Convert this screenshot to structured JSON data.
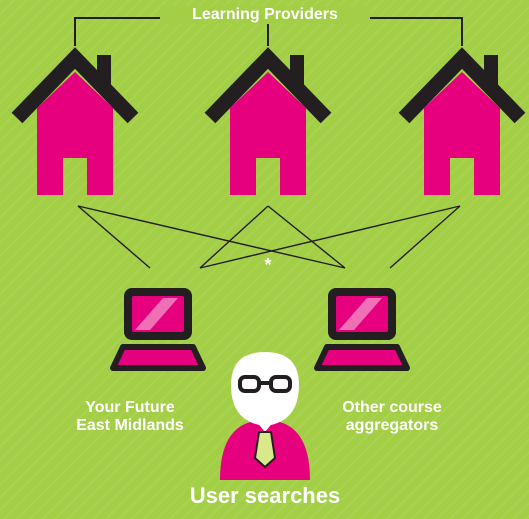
{
  "diagram": {
    "title": "Learning Providers",
    "asterisk": "*",
    "left_aggregator": {
      "line1": "Your Future",
      "line2": "East Midlands"
    },
    "right_aggregator": {
      "line1": "Other course",
      "line2": "aggregators"
    },
    "footer": "User searches"
  },
  "colors": {
    "background": "#a3cf46",
    "accent": "#e6007e",
    "outline": "#231f20",
    "text": "#ffffff"
  },
  "icons": [
    "house-icon",
    "house-icon",
    "house-icon",
    "laptop-icon",
    "laptop-icon",
    "user-icon"
  ]
}
